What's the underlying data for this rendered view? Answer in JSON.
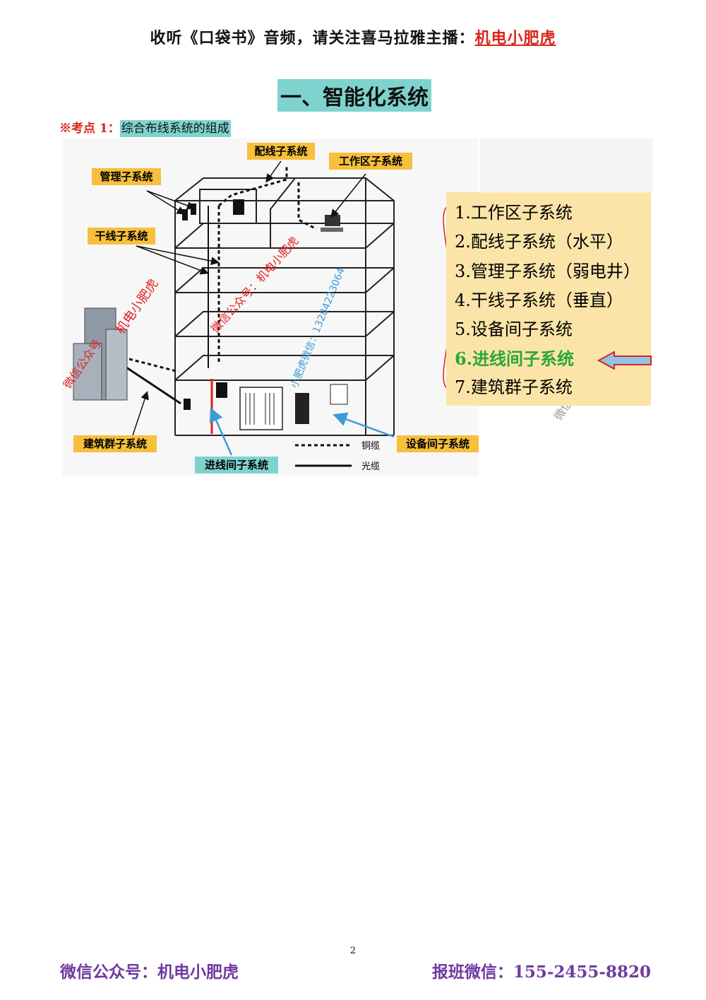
{
  "header": {
    "prefix": "收听《口袋书》音频，请关注喜马拉雅主播：",
    "brand": "机电小肥虎"
  },
  "section_title": "一、智能化系统",
  "kaodian": {
    "label": "※考点 1：",
    "topic": "综合布线系统的组成"
  },
  "figure": {
    "labels": {
      "peixian": "配线子系统",
      "gongzuoqu": "工作区子系统",
      "guanli": "管理子系统",
      "ganxian": "干线子系统",
      "jianzhuqun": "建筑群子系统",
      "shebeijian": "设备间子系统",
      "jinxianjian": "进线间子系统",
      "tonglan": "铜缆",
      "guanglan": "光缆"
    },
    "list": [
      "1.工作区子系统",
      "2.配线子系统（水平）",
      "3.管理子系统（弱电井）",
      "4.干线子系统（垂直）",
      "5.设备间子系统",
      "6.进线间子系统",
      "7.建筑群子系统"
    ],
    "highlight_color": "#2aa63c",
    "panel_color": "#fbe4a8",
    "label_bg": "#f6bf3c",
    "watermarks": {
      "w1": "微信公众号：机电小肥虎",
      "w2": "机电小肥虎",
      "w3": "小肥虎微信：13284223064",
      "w4": "微信公众号",
      "w5": "微信"
    }
  },
  "page_number": "2",
  "footer": {
    "left": "微信公众号：机电小肥虎",
    "right": "报班微信：155-2455-8820"
  }
}
